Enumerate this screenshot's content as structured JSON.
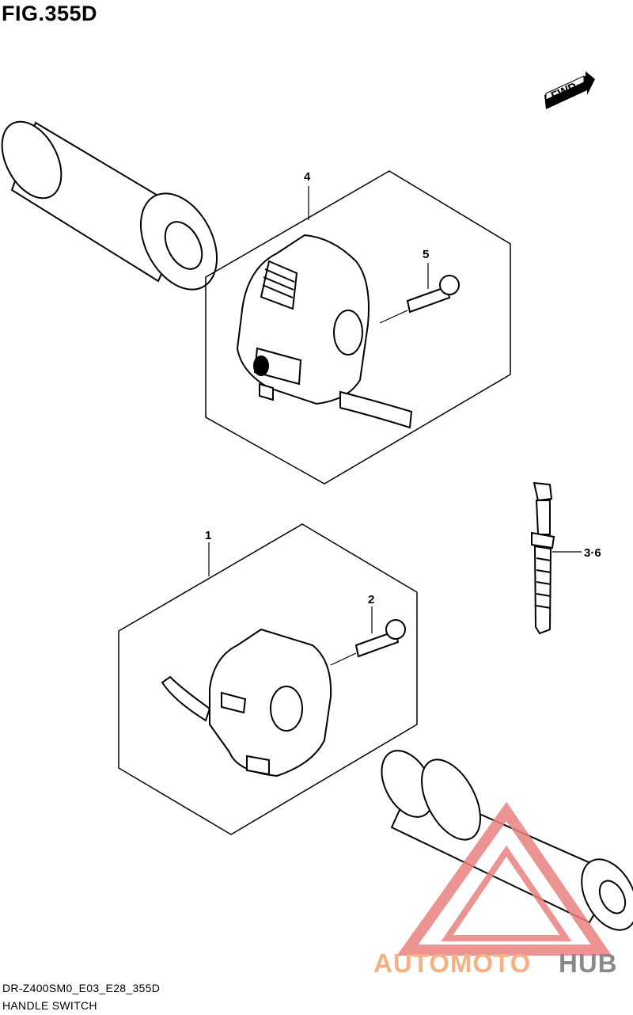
{
  "figure": {
    "title": "FIG.355D",
    "model_code": "DR-Z400SM0_E03_E28_355D",
    "section_name": "HANDLE SWITCH"
  },
  "direction_badge": {
    "text": "FWD"
  },
  "callouts": [
    {
      "id": "part-1",
      "label": "1"
    },
    {
      "id": "part-2",
      "label": "2"
    },
    {
      "id": "part-3-6",
      "label": "3·6"
    },
    {
      "id": "part-4",
      "label": "4"
    },
    {
      "id": "part-5",
      "label": "5"
    }
  ],
  "watermark": {
    "brand_primary": "AUTOMOTO",
    "brand_secondary": "HUB",
    "colors": {
      "primary": "#f5b183",
      "secondary": "#8a8a8a",
      "logo": "#e8827f"
    }
  }
}
